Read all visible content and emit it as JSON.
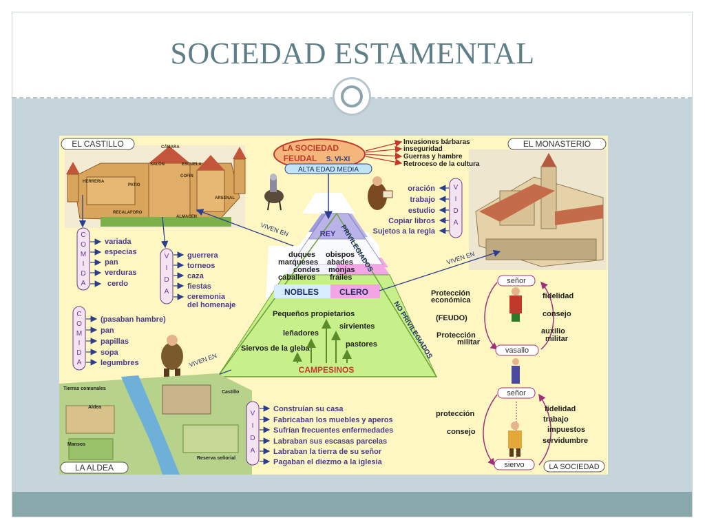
{
  "title": "SOCIEDAD ESTAMENTAL",
  "diagram": {
    "castillo_label": "EL CASTILLO",
    "castillo_parts": [
      "CÁMARA",
      "SALÓN",
      "ESCUELA",
      "COFIN",
      "PATIO",
      "ARSENAL",
      "HERRERIA",
      "RECALAFORO",
      "ALMACEN"
    ],
    "monasterio_label": "EL MONASTERIO",
    "aldea_label": "LA ALDEA",
    "sociedad_label": "LA SOCIEDAD",
    "center_title_1": "LA SOCIEDAD",
    "center_title_2": "FEUDAL",
    "center_title_3": "S. VI-XI",
    "alta_edad": "ALTA EDAD MEDIA",
    "causes": [
      "Invasiones bárbaras",
      "inseguridad",
      "Guerras y hambre",
      "Retroceso de la cultura"
    ],
    "comida_word": "COMIDA",
    "vida_word": "VIDA",
    "castle_comida": [
      "variada",
      "especias",
      "pan",
      "verduras",
      "cerdo"
    ],
    "castle_vida": [
      "guerrera",
      "torneos",
      "caza",
      "fiestas",
      "ceremonia",
      "del homenaje"
    ],
    "monastery_vida": [
      "oración",
      "trabajo",
      "estudio",
      "Copiar libros",
      "Sujetos a la regla"
    ],
    "peasant_comida": [
      "(pasaban hambre)",
      "pan",
      "papillas",
      "sopa",
      "legumbres"
    ],
    "aldea_vida": [
      "Construían su casa",
      "Fabricaban los muebles y aperos",
      "Sufrían frecuentes enfermedades",
      "Labraban sus escasas parcelas",
      "Labraban la tierra de su señor",
      "Pagaban el diezmo a la iglesia"
    ],
    "viven_en": "VIVEN EN",
    "privilegiados": "PRIVILEGIADOS",
    "no_privilegiados": "NO PRIVILEGIADOS",
    "pyramid": {
      "rey": "REY",
      "nobles_items": [
        "duques",
        "marqueses",
        "condes",
        "caballeros"
      ],
      "clero_items": [
        "obispos",
        "abades",
        "monjas",
        "frailes"
      ],
      "nobles": "NOBLES",
      "clero": "CLERO",
      "peasant_items": [
        "Pequeños propietarios",
        "leñadores",
        "sirvientes",
        "Siervos de la gleba",
        "pastores"
      ],
      "campesinos": "CAMPESINOS"
    },
    "feudal_top": {
      "senor": "señor",
      "vasallo": "vasallo",
      "left": [
        "Protección",
        "económica",
        "(FEUDO)",
        "Protección",
        "militar"
      ],
      "right": [
        "fidelidad",
        "consejo",
        "auxilio",
        "militar"
      ]
    },
    "feudal_bottom": {
      "senor": "señor",
      "siervo": "siervo",
      "left": [
        "protección",
        "consejo"
      ],
      "right": [
        "fidelidad",
        "trabajo",
        "impuestos",
        "servidumbre"
      ]
    },
    "map_labels": [
      "Tierras comunales",
      "Aldea",
      "Castillo",
      "Mansos",
      "Reserva señorial"
    ],
    "colors": {
      "pyramid_top": "#b9b3e8",
      "pyramid_mid": "#f6f7ff",
      "pyramid_clero": "#f2a6e6",
      "pyramid_bottom": "#c8f08a",
      "oval": "#f4b67a",
      "arrow": "#2b3e8c"
    }
  }
}
